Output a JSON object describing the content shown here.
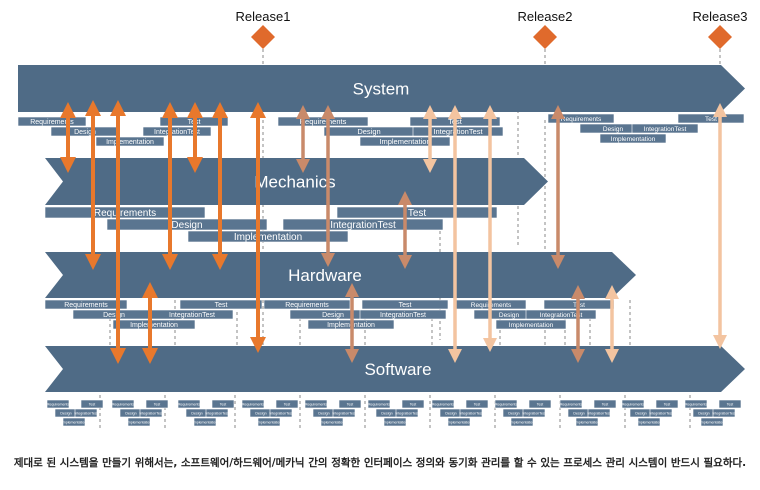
{
  "releases": [
    "Release1",
    "Release2",
    "Release3"
  ],
  "bands": {
    "system": "System",
    "mechanics": "Mechanics",
    "hardware": "Hardware",
    "software": "Software"
  },
  "phase_labels": {
    "requirements": "Requirements",
    "test": "Test",
    "design": "Design",
    "integration_test": "IntegrationTest",
    "implementation": "Implementation"
  },
  "caption": "제대로 된 시스템을 만들기 위해서는, 소프트웨어/하드웨어/메카닉 간의 정확한 인터페이스 정의와 동기화 관리를 할 수 있는 프로세스 관리 시스템이 반드시 필요하다.",
  "colors": {
    "band": "#4f6b86",
    "box": "#5a7590",
    "diamond": "#e06a2c",
    "arrow_strong": "#e8782c",
    "arrow_medium": "#c98a6a",
    "arrow_light": "#f3c4a0",
    "dash": "#888888"
  }
}
